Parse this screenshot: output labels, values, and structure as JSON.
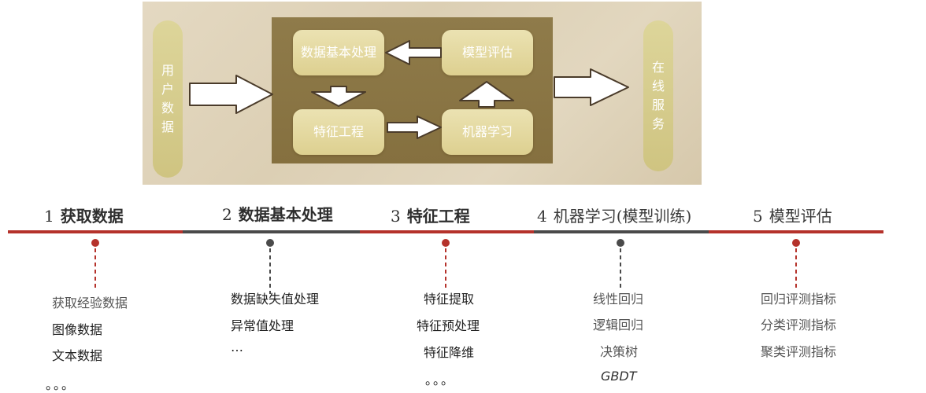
{
  "diagram": {
    "input": "用户数据",
    "output": "在线服务",
    "nodes": {
      "preprocess": "数据基本处理",
      "evaluate": "模型评估",
      "feature": "特征工程",
      "train": "机器学习"
    }
  },
  "timeline": {
    "steps": [
      {
        "num": "1",
        "title": "获取数据",
        "items": [
          "获取经验数据",
          "图像数据",
          "文本数据",
          "。。。"
        ]
      },
      {
        "num": "2",
        "title": "数据基本处理",
        "items": [
          "数据缺失值处理",
          "异常值处理",
          "…"
        ]
      },
      {
        "num": "3",
        "title": "特征工程",
        "items": [
          "特征提取",
          "特征预处理",
          "特征降维",
          "。。。"
        ]
      },
      {
        "num": "4",
        "title": "机器学习(模型训练)",
        "items": [
          "线性回归",
          "逻辑回归",
          "决策树",
          "GBDT"
        ]
      },
      {
        "num": "5",
        "title": "模型评估",
        "items": [
          "回归评测指标",
          "分类评测指标",
          "聚类评测指标"
        ]
      }
    ]
  },
  "colors": {
    "timeline_red": "#b5322b",
    "timeline_dark": "#4a4a4a",
    "panel_brown": "#8a7544",
    "node_fill": "#e2d69c"
  }
}
